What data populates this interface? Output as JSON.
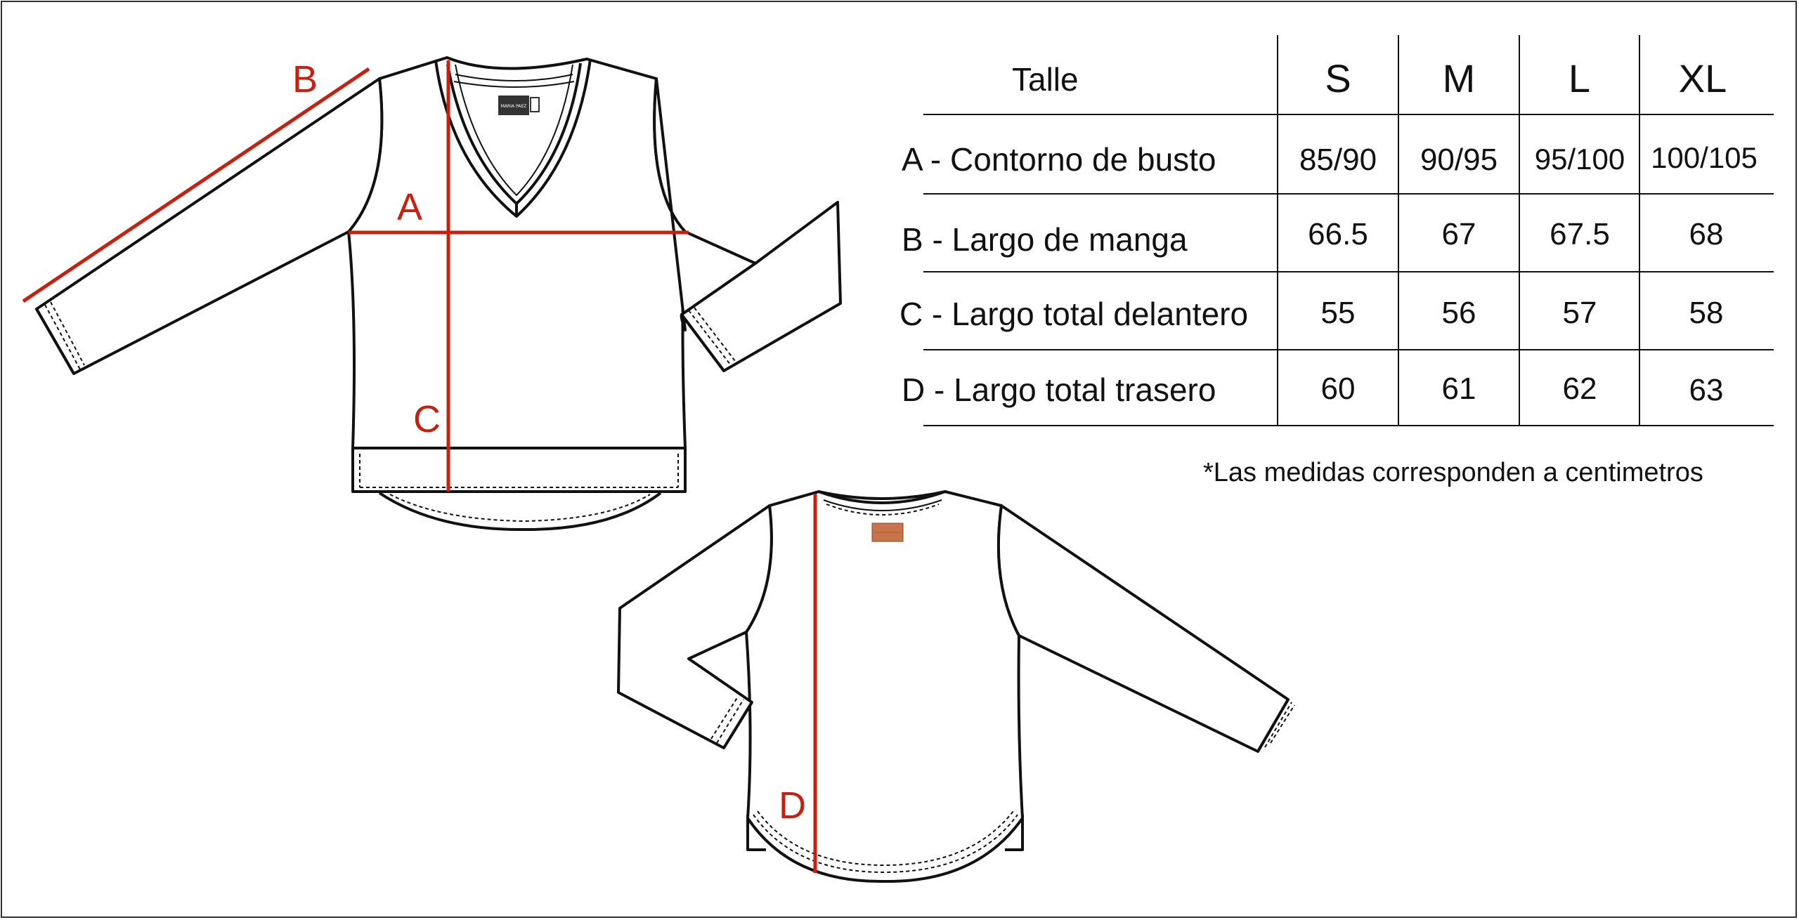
{
  "diagram": {
    "labels": {
      "a": "A",
      "b": "B",
      "c": "C",
      "d": "D"
    },
    "note": "*Las medidas corresponden a centimetros",
    "tag_text": "MARIA PAEZ",
    "colors": {
      "measure": "#c8200e",
      "outline": "#111111",
      "tag_back": "#c8744a",
      "tag_front": "#333333"
    }
  },
  "size_table": {
    "header": {
      "label": "Talle",
      "sizes": [
        "S",
        "M",
        "L",
        "XL"
      ]
    },
    "rows": [
      {
        "label": "A - Contorno de busto",
        "values": [
          "85/90",
          "90/95",
          "95/100",
          "100/105"
        ]
      },
      {
        "label": "B - Largo de manga",
        "values": [
          "66.5",
          "67",
          "67.5",
          "68"
        ]
      },
      {
        "label": "C - Largo total delantero",
        "values": [
          "55",
          "56",
          "57",
          "58"
        ]
      },
      {
        "label": "D - Largo total trasero",
        "values": [
          "60",
          "61",
          "62",
          "63"
        ]
      }
    ]
  }
}
